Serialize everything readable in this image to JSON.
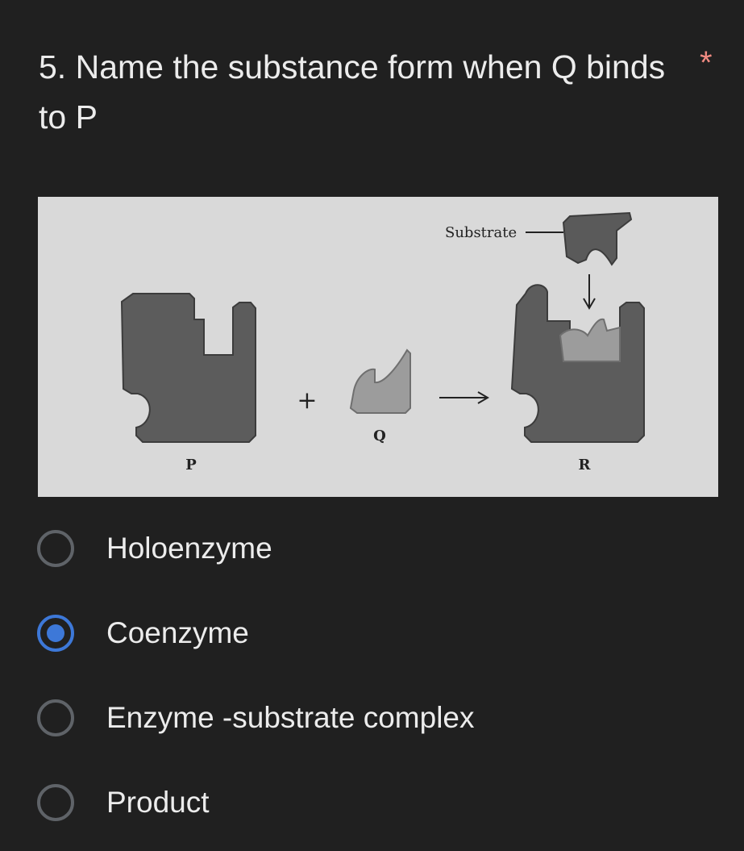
{
  "question": {
    "text": "5. Name the substance form when Q binds to P",
    "required_marker": "*"
  },
  "figure": {
    "labels": {
      "substrate": "Substrate",
      "p": "P",
      "q": "Q",
      "r": "R",
      "plus": "+"
    }
  },
  "options": [
    {
      "label": "Holoenzyme",
      "selected": false
    },
    {
      "label": "Coenzyme",
      "selected": true
    },
    {
      "label": "Enzyme -substrate complex",
      "selected": false
    },
    {
      "label": "Product",
      "selected": false
    }
  ],
  "colors": {
    "background": "#202020",
    "accent": "#3d78d8",
    "required": "#f28b82",
    "radio_border": "#5f6368"
  }
}
